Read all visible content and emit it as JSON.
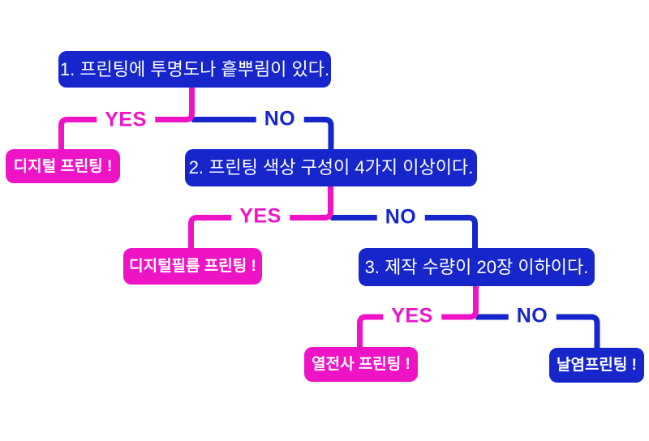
{
  "palette": {
    "blue": "#1626cb",
    "magenta": "#ee14c6",
    "background": "#ffffff",
    "node_text": "#ffffff"
  },
  "flow": {
    "title": "printing-method-decision-tree",
    "labels": {
      "yes": "YES",
      "no": "NO"
    },
    "questions": [
      {
        "id": "q1",
        "label": "1. 프린팅에 투명도나 흩뿌림이 있다."
      },
      {
        "id": "q2",
        "label": "2. 프린팅 색상 구성이 4가지 이상이다."
      },
      {
        "id": "q3",
        "label": "3. 제작 수량이 20장 이하이다."
      }
    ],
    "answers": [
      {
        "id": "a1",
        "label": "디지털 프린팅 !",
        "reached_by": "q1-yes"
      },
      {
        "id": "a2",
        "label": "디지털필름 프린팅 !",
        "reached_by": "q2-yes"
      },
      {
        "id": "a3",
        "label": "열전사 프린팅 !",
        "reached_by": "q3-yes"
      },
      {
        "id": "a4",
        "label": "날염프린팅 !",
        "reached_by": "q3-no"
      }
    ]
  }
}
